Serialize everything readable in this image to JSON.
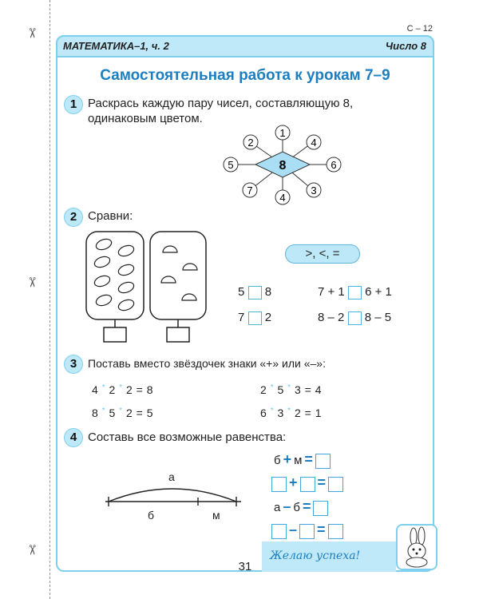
{
  "header": {
    "code": "С – 12",
    "subject": "МАТЕМАТИКА–1, ч. 2",
    "topic": "Число 8"
  },
  "title": "Самостоятельная работа к урокам 7–9",
  "task1": {
    "number": "1",
    "text_line1": "Раскрась каждую пару чисел, составляющую 8,",
    "text_line2": "одинаковым цветом.",
    "center": "8",
    "petals": [
      "1",
      "4",
      "6",
      "3",
      "4",
      "7",
      "5",
      "2"
    ]
  },
  "task2": {
    "number": "2",
    "text": "Сравни:",
    "signs": ">, <, =",
    "rows": [
      {
        "a_left": "5",
        "a_right": "8",
        "b_left": "7 + 1",
        "b_right": "6 + 1"
      },
      {
        "a_left": "7",
        "a_right": "2",
        "b_left": "8 – 2",
        "b_right": "8 – 5"
      }
    ]
  },
  "task3": {
    "number": "3",
    "text": "Поставь вместо звёздочек знаки «+» или «–»:",
    "equations": [
      {
        "a": "4",
        "b": "2",
        "c": "2",
        "result": "8"
      },
      {
        "a": "2",
        "b": "5",
        "c": "3",
        "result": "4"
      },
      {
        "a": "8",
        "b": "5",
        "c": "2",
        "result": "5"
      },
      {
        "a": "6",
        "b": "3",
        "c": "2",
        "result": "1"
      }
    ]
  },
  "task4": {
    "number": "4",
    "text": "Составь все возможные равенства:",
    "segment_top": "а",
    "segment_left": "б",
    "segment_right": "м",
    "row1_a": "б",
    "row1_op": "+",
    "row1_b": "м",
    "row2_op": "+",
    "row3_a": "а",
    "row3_op": "–",
    "row3_b": "б",
    "row4_op": "–",
    "eq_sign": "="
  },
  "footer": {
    "page": "31",
    "wish": "Желаю успеха!"
  }
}
